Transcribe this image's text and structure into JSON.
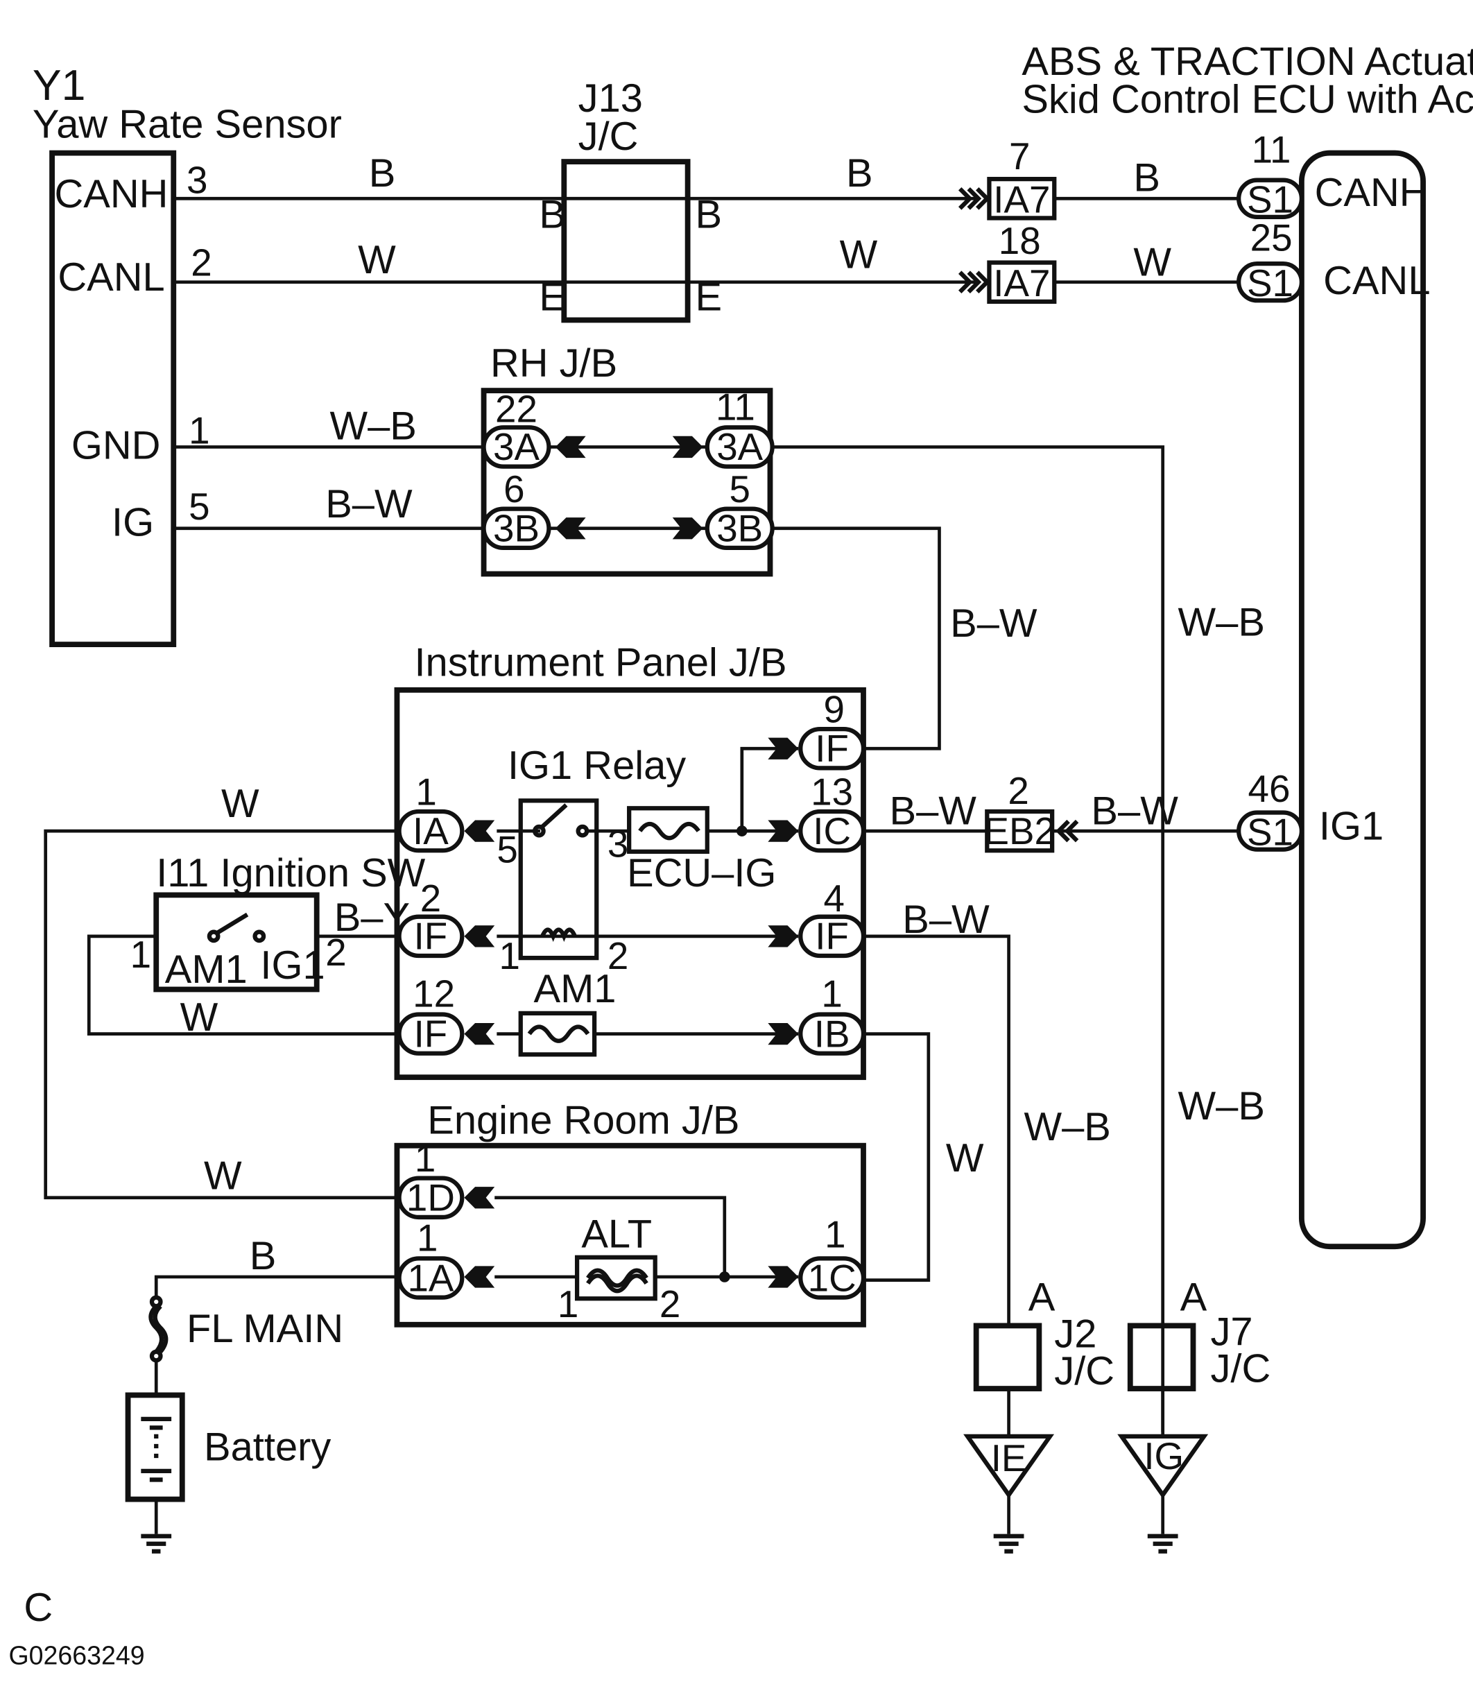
{
  "components": {
    "yaw_rate_sensor": {
      "code": "Y1",
      "name": "Yaw Rate Sensor",
      "pins": [
        "CANH",
        "CANL",
        "GND",
        "IG"
      ]
    },
    "j13": {
      "code": "J13",
      "name": "J/C",
      "terminals": {
        "left_top": "B",
        "right_top": "B",
        "left_bottom": "E",
        "right_bottom": "E"
      }
    },
    "abs_ecu": {
      "line1": "ABS & TRACTION Actuator Assy",
      "line2": "Skid Control ECU with Actuator",
      "pins": [
        "CANH",
        "CANL",
        "IG1"
      ]
    },
    "rh_jb": {
      "name": "RH J/B"
    },
    "ip_jb": {
      "name": "Instrument Panel J/B"
    },
    "ig1_relay": {
      "name": "IG1 Relay"
    },
    "ecu_ig_fuse": {
      "name": "ECU–IG"
    },
    "am1_fuse": {
      "name": "AM1"
    },
    "ignition_sw": {
      "name": "I11 Ignition SW",
      "left": "AM1",
      "right": "IG1"
    },
    "er_jb": {
      "name": "Engine Room J/B"
    },
    "alt_fuse": {
      "name": "ALT"
    },
    "fl_main": {
      "name": "FL MAIN"
    },
    "battery": {
      "name": "Battery"
    },
    "j2": {
      "code": "J2",
      "name": "J/C",
      "terminal": "A"
    },
    "j7": {
      "code": "J7",
      "name": "J/C",
      "terminal": "A"
    },
    "ground_ie": {
      "name": "IE"
    },
    "ground_ig": {
      "name": "IG"
    }
  },
  "wire_colors": {
    "canh_left": "B",
    "canh_mid": "B",
    "canh_right": "B",
    "canl_left": "W",
    "canl_mid": "W",
    "canl_right": "W",
    "gnd": "W–B",
    "ig": "B–W",
    "rh_out_vertical": "B–W",
    "gnd_vertical_upper": "W–B",
    "gnd_vertical_lower": "W–B",
    "ia_to_er": "W",
    "ig_sw_out": "B–Y",
    "am1_feed": "W",
    "ic_to_eb2": "B–W",
    "eb2_to_s1": "B–W",
    "if4_out": "B–W",
    "if4_down": "W–B",
    "ib_down": "W",
    "er_1d": "W",
    "battery_feed": "B"
  },
  "connectors": {
    "ia7_top": {
      "label": "IA7",
      "pin": "7"
    },
    "ia7_bot": {
      "label": "IA7",
      "pin": "18"
    },
    "s1_canh": {
      "label": "S1",
      "pin": "11"
    },
    "s1_canl": {
      "label": "S1",
      "pin": "25"
    },
    "s1_ig1": {
      "label": "S1",
      "pin": "46"
    },
    "rh_3a_l": {
      "label": "3A",
      "pin": "22"
    },
    "rh_3a_r": {
      "label": "3A",
      "pin": "11"
    },
    "rh_3b_l": {
      "label": "3B",
      "pin": "6"
    },
    "rh_3b_r": {
      "label": "3B",
      "pin": "5"
    },
    "ip_if9": {
      "label": "IF",
      "pin": "9"
    },
    "ip_ia1": {
      "label": "IA",
      "pin": "1"
    },
    "ip_ic13": {
      "label": "IC",
      "pin": "13"
    },
    "ip_if2": {
      "label": "IF",
      "pin": "2"
    },
    "ip_if4": {
      "label": "IF",
      "pin": "4"
    },
    "ip_if12": {
      "label": "IF",
      "pin": "12"
    },
    "ip_ib1": {
      "label": "IB",
      "pin": "1"
    },
    "eb2": {
      "label": "EB2",
      "pin": "2"
    },
    "er_1d": {
      "label": "1D",
      "pin": "1"
    },
    "er_1a": {
      "label": "1A",
      "pin": "1"
    },
    "er_1c": {
      "label": "1C",
      "pin": "1"
    }
  },
  "pin_numbers": {
    "y1_canh": "3",
    "y1_canl": "2",
    "y1_gnd": "1",
    "y1_ig": "5",
    "relay_a": "5",
    "relay_b": "3",
    "relay_c": "1",
    "relay_d": "2",
    "igsw_a": "1",
    "igsw_b": "2",
    "alt_a": "1",
    "alt_b": "2"
  },
  "footer": {
    "letter": "C",
    "code": "G02663249"
  }
}
